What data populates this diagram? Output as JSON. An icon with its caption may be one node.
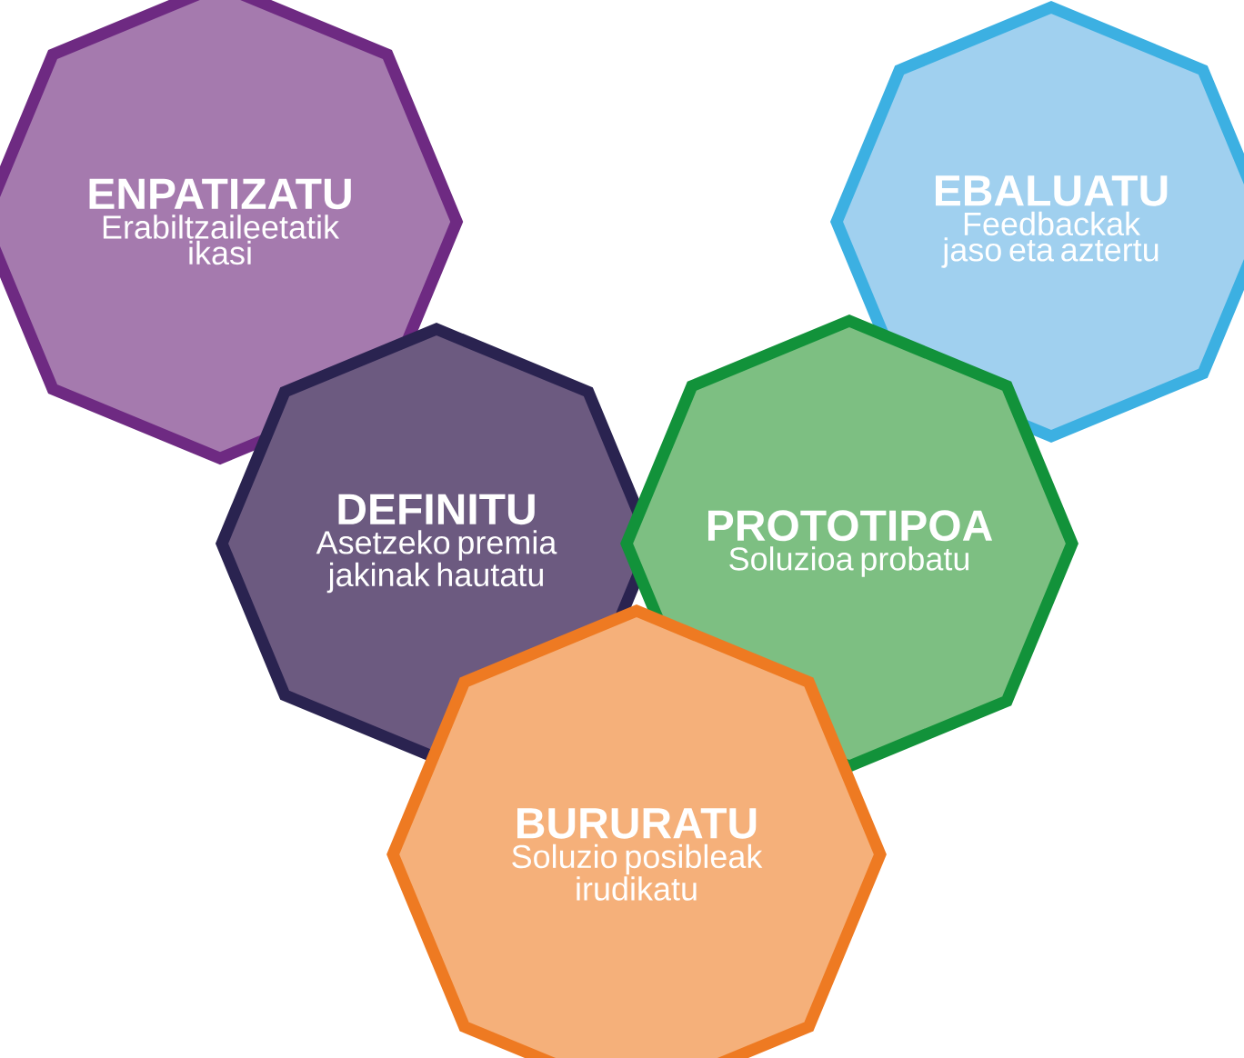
{
  "diagram": {
    "nodes": [
      {
        "text": [
          "ENPATIZATU",
          "Erabiltzaileetatik ikasi"
        ]
      },
      {
        "text": [
          "EBALUATU",
          "Feedbackak jaso eta aztertu"
        ]
      },
      {
        "text": [
          "DEFINITU",
          "Asetzeko premia jakinak hautatu"
        ]
      },
      {
        "text": [
          "PROTOTIPOA",
          "Soluzioa probatu"
        ]
      },
      {
        "text": [
          "BURURATU",
          "Soluzio posibleak irudikatu"
        ]
      }
    ]
  }
}
